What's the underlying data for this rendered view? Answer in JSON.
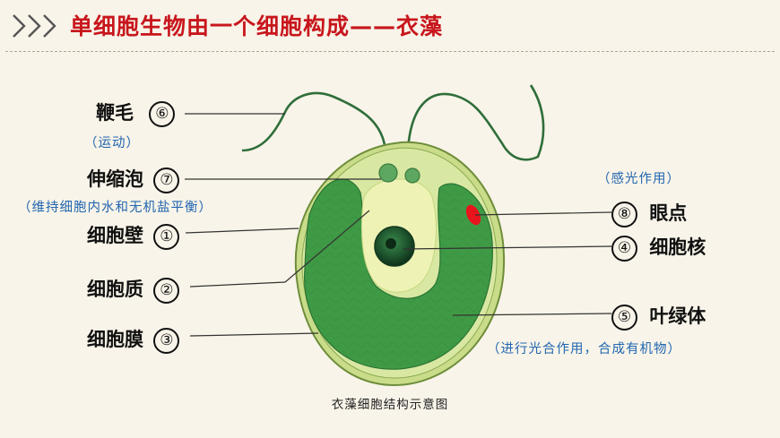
{
  "header": {
    "title": "单细胞生物由一个细胞构成——衣藻"
  },
  "labels": {
    "flagellum": {
      "name": "鞭毛",
      "num": "⑥",
      "note": "（运动）"
    },
    "vacuole": {
      "name": "伸缩泡",
      "num": "⑦",
      "note": "（维持细胞内水和无机盐平衡）"
    },
    "wall": {
      "name": "细胞壁",
      "num": "①"
    },
    "cytoplasm": {
      "name": "细胞质",
      "num": "②"
    },
    "membrane": {
      "name": "细胞膜",
      "num": "③"
    },
    "eyespot": {
      "name": "眼点",
      "num": "⑧",
      "note": "（感光作用）"
    },
    "nucleus": {
      "name": "细胞核",
      "num": "④"
    },
    "chloroplast": {
      "name": "叶绿体",
      "num": "⑤",
      "note": "（进行光合作用，合成有机物）"
    }
  },
  "caption": "衣藻细胞结构示意图",
  "colors": {
    "title": "#c8161d",
    "note": "#2266b0",
    "chloroplast": "#3f9a45",
    "cytoplasm": "#d4e59a",
    "eyespot": "#e8141c"
  }
}
